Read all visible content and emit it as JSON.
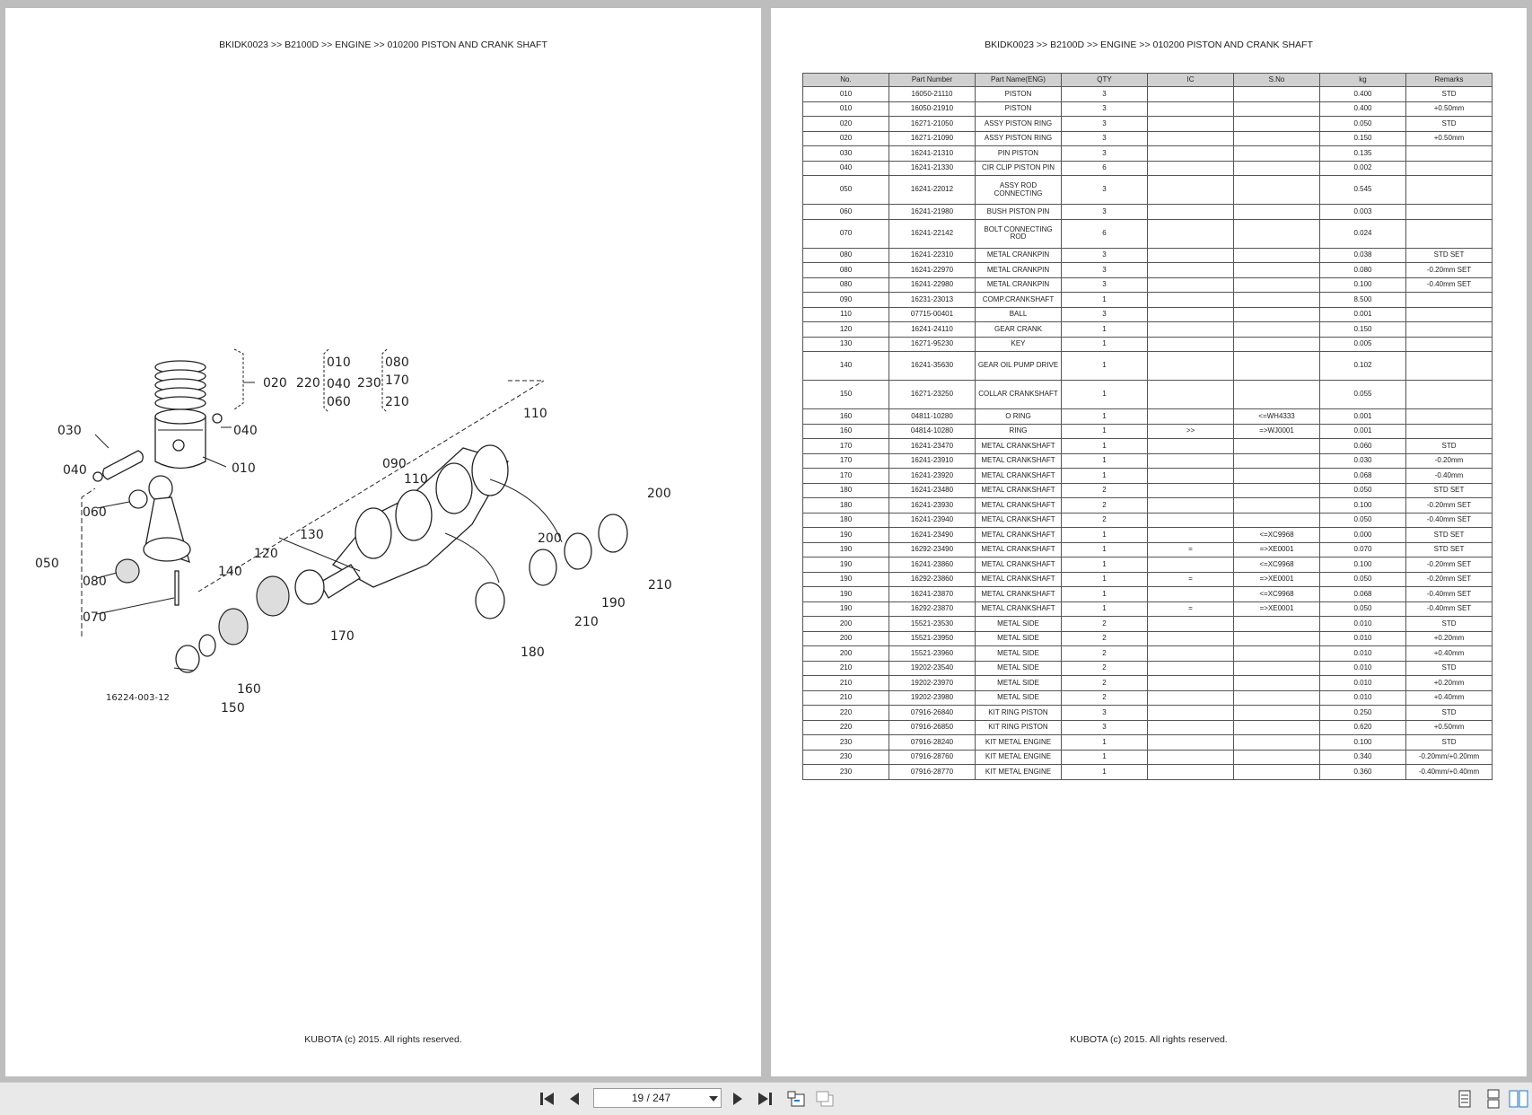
{
  "header_path": "BKIDK0023 >> B2100D >> ENGINE >> 010200   PISTON AND CRANK SHAFT",
  "footer": "KUBOTA (c) 2015. All rights reserved.",
  "diagram": {
    "figure_number": "16224-003-12",
    "callouts": {
      "c010": "010",
      "c020": "020",
      "c030": "030",
      "c040a": "040",
      "c040b": "040",
      "c050": "050",
      "c060": "060",
      "c070": "070",
      "c080": "080",
      "c090": "090",
      "c110a": "110",
      "c110b": "110",
      "c120": "120",
      "c130": "130",
      "c140": "140",
      "c150": "150",
      "c160": "160",
      "c170": "170",
      "c180": "180",
      "c190": "190",
      "c200a": "200",
      "c200b": "200",
      "c210a": "210",
      "c210b": "210",
      "c220": "220",
      "c230": "230",
      "k220_010": "010",
      "k220_040": "040",
      "k220_060": "060",
      "k230_080": "080",
      "k230_170": "170",
      "k230_210": "210"
    }
  },
  "table": {
    "headers": [
      "No.",
      "Part Number",
      "Part Name(ENG)",
      "QTY",
      "IC",
      "S.No",
      "kg",
      "Remarks"
    ],
    "rows": [
      [
        "010",
        "16050-21110",
        "PISTON",
        "3",
        "",
        "",
        "0.400",
        "STD"
      ],
      [
        "010",
        "16050-21910",
        "PISTON",
        "3",
        "",
        "",
        "0.400",
        "+0.50mm"
      ],
      [
        "020",
        "16271-21050",
        "ASSY PISTON RING",
        "3",
        "",
        "",
        "0.050",
        "STD"
      ],
      [
        "020",
        "16271-21090",
        "ASSY PISTON RING",
        "3",
        "",
        "",
        "0.150",
        "+0.50mm"
      ],
      [
        "030",
        "16241-21310",
        "PIN PISTON",
        "3",
        "",
        "",
        "0.135",
        ""
      ],
      [
        "040",
        "16241-21330",
        "CIR CLIP PISTON PIN",
        "6",
        "",
        "",
        "0.002",
        ""
      ],
      [
        "050",
        "16241-22012",
        "ASSY ROD CONNECTING",
        "3",
        "",
        "",
        "0.545",
        ""
      ],
      [
        "060",
        "16241-21980",
        "BUSH PISTON PIN",
        "3",
        "",
        "",
        "0.003",
        ""
      ],
      [
        "070",
        "16241-22142",
        "BOLT CONNECTING ROD",
        "6",
        "",
        "",
        "0.024",
        ""
      ],
      [
        "080",
        "16241-22310",
        "METAL CRANKPIN",
        "3",
        "",
        "",
        "0.038",
        "STD SET"
      ],
      [
        "080",
        "16241-22970",
        "METAL CRANKPIN",
        "3",
        "",
        "",
        "0.080",
        "-0.20mm SET"
      ],
      [
        "080",
        "16241-22980",
        "METAL CRANKPIN",
        "3",
        "",
        "",
        "0.100",
        "-0.40mm SET"
      ],
      [
        "090",
        "16231-23013",
        "COMP.CRANKSHAFT",
        "1",
        "",
        "",
        "8.500",
        ""
      ],
      [
        "110",
        "07715-00401",
        "BALL",
        "3",
        "",
        "",
        "0.001",
        ""
      ],
      [
        "120",
        "16241-24110",
        "GEAR CRANK",
        "1",
        "",
        "",
        "0.150",
        ""
      ],
      [
        "130",
        "16271-95230",
        "KEY",
        "1",
        "",
        "",
        "0.005",
        ""
      ],
      [
        "140",
        "16241-35630",
        "GEAR OIL PUMP DRIVE",
        "1",
        "",
        "",
        "0.102",
        ""
      ],
      [
        "150",
        "16271-23250",
        "COLLAR CRANKSHAFT",
        "1",
        "",
        "",
        "0.055",
        ""
      ],
      [
        "160",
        "04811-10280",
        "O RING",
        "1",
        "",
        "<=WH4333",
        "0.001",
        ""
      ],
      [
        "160",
        "04814-10280",
        "RING",
        "1",
        ">>",
        "=>WJ0001",
        "0.001",
        ""
      ],
      [
        "170",
        "16241-23470",
        "METAL CRANKSHAFT",
        "1",
        "",
        "",
        "0.060",
        "STD"
      ],
      [
        "170",
        "16241-23910",
        "METAL CRANKSHAFT",
        "1",
        "",
        "",
        "0.030",
        "-0.20mm"
      ],
      [
        "170",
        "16241-23920",
        "METAL CRANKSHAFT",
        "1",
        "",
        "",
        "0.068",
        "-0.40mm"
      ],
      [
        "180",
        "16241-23480",
        "METAL CRANKSHAFT",
        "2",
        "",
        "",
        "0.050",
        "STD SET"
      ],
      [
        "180",
        "16241-23930",
        "METAL CRANKSHAFT",
        "2",
        "",
        "",
        "0.100",
        "-0.20mm SET"
      ],
      [
        "180",
        "16241-23940",
        "METAL CRANKSHAFT",
        "2",
        "",
        "",
        "0.050",
        "-0.40mm SET"
      ],
      [
        "190",
        "16241-23490",
        "METAL CRANKSHAFT",
        "1",
        "",
        "<=XC9968",
        "0.000",
        "STD SET"
      ],
      [
        "190",
        "16292-23490",
        "METAL CRANKSHAFT",
        "1",
        "=",
        "=>XE0001",
        "0.070",
        "STD SET"
      ],
      [
        "190",
        "16241-23860",
        "METAL CRANKSHAFT",
        "1",
        "",
        "<=XC9968",
        "0.100",
        "-0.20mm SET"
      ],
      [
        "190",
        "16292-23860",
        "METAL CRANKSHAFT",
        "1",
        "=",
        "=>XE0001",
        "0.050",
        "-0.20mm SET"
      ],
      [
        "190",
        "16241-23870",
        "METAL CRANKSHAFT",
        "1",
        "",
        "<=XC9968",
        "0.068",
        "-0.40mm SET"
      ],
      [
        "190",
        "16292-23870",
        "METAL CRANKSHAFT",
        "1",
        "=",
        "=>XE0001",
        "0.050",
        "-0.40mm SET"
      ],
      [
        "200",
        "15521-23530",
        "METAL SIDE",
        "2",
        "",
        "",
        "0.010",
        "STD"
      ],
      [
        "200",
        "15521-23950",
        "METAL SIDE",
        "2",
        "",
        "",
        "0.010",
        "+0.20mm"
      ],
      [
        "200",
        "15521-23960",
        "METAL SIDE",
        "2",
        "",
        "",
        "0.010",
        "+0.40mm"
      ],
      [
        "210",
        "19202-23540",
        "METAL SIDE",
        "2",
        "",
        "",
        "0.010",
        "STD"
      ],
      [
        "210",
        "19202-23970",
        "METAL SIDE",
        "2",
        "",
        "",
        "0.010",
        "+0.20mm"
      ],
      [
        "210",
        "19202-23980",
        "METAL SIDE",
        "2",
        "",
        "",
        "0.010",
        "+0.40mm"
      ],
      [
        "220",
        "07916-26840",
        "KIT RING PISTON",
        "3",
        "",
        "",
        "0.250",
        "STD"
      ],
      [
        "220",
        "07916-26850",
        "KIT RING PISTON",
        "3",
        "",
        "",
        "0.620",
        "+0.50mm"
      ],
      [
        "230",
        "07916-28240",
        "KIT METAL ENGINE",
        "1",
        "",
        "",
        "0.100",
        "STD"
      ],
      [
        "230",
        "07916-28760",
        "KIT METAL ENGINE",
        "1",
        "",
        "",
        "0.340",
        "-0.20mm/+0.20mm"
      ],
      [
        "230",
        "07916-28770",
        "KIT METAL ENGINE",
        "1",
        "",
        "",
        "0.360",
        "-0.40mm/+0.40mm"
      ]
    ],
    "tall_rows": [
      6,
      8,
      16,
      17
    ]
  },
  "toolbar": {
    "page_indicator": "19 / 247",
    "icons": [
      "first-page-icon",
      "previous-page-icon",
      "next-page-icon",
      "last-page-icon",
      "fit-page-icon",
      "fit-width-icon",
      "single-page-view-icon",
      "continuous-view-icon",
      "two-page-view-icon"
    ]
  }
}
